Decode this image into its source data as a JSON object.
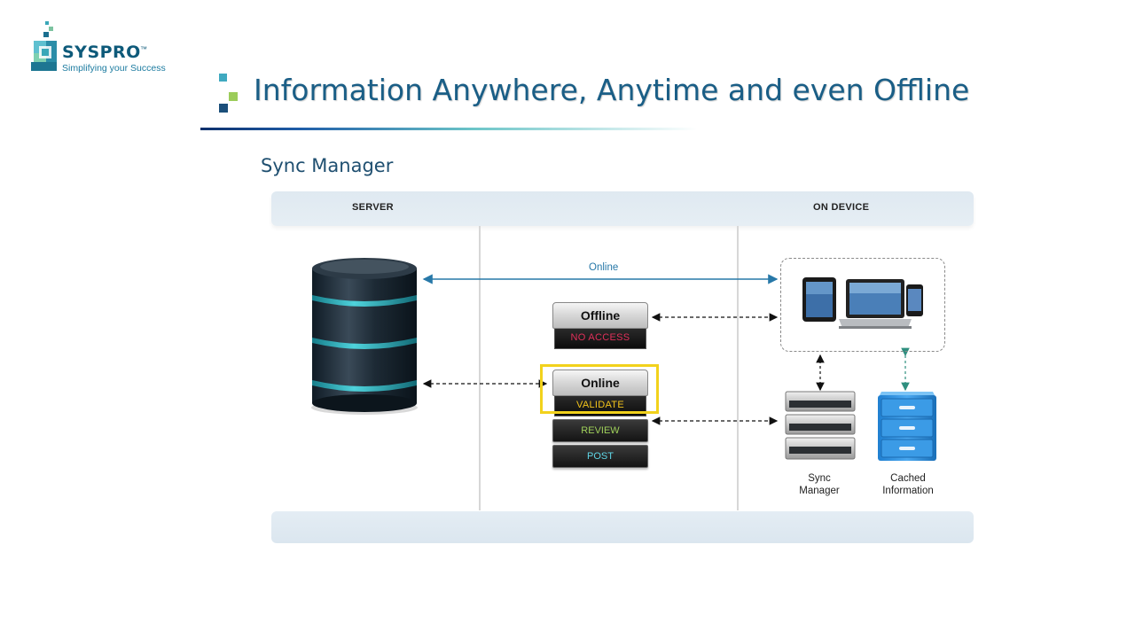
{
  "logo": {
    "brand": "SYSPRO",
    "tm": "™",
    "tagline": "Simplifying your Success"
  },
  "title": "Information Anywhere, Anytime and even Offline",
  "subtitle": "Sync Manager",
  "diagram": {
    "server_label": "SERVER",
    "device_label": "ON DEVICE",
    "online_link_label": "Online",
    "offline_box": {
      "title": "Offline",
      "status": "NO ACCESS"
    },
    "online_box": {
      "title": "Online",
      "steps": [
        "VALIDATE",
        "REVIEW",
        "POST"
      ]
    },
    "sync_manager_caption": "Sync\nManager",
    "cached_caption": "Cached\nInformation"
  },
  "colors": {
    "title": "#1a5e86",
    "accent_teal": "#2aa6b0",
    "no_access": "#e0305a",
    "validate": "#f2c31a",
    "review": "#9fd05a",
    "post": "#5fd6e6",
    "highlight": "#f2d21c"
  }
}
